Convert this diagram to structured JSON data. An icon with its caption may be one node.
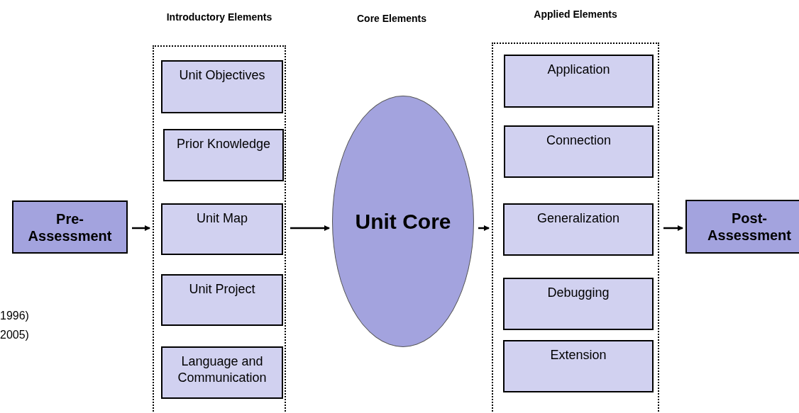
{
  "diagram": {
    "nodes": [
      {
        "text": [
          "Pre- Assessment"
        ]
      },
      {
        "text": [
          "Introductory Elements"
        ]
      },
      {
        "text": [
          "Unit Objectives"
        ],
        "in": 1
      },
      {
        "text": [
          "Prior Knowledge"
        ],
        "in": 1
      },
      {
        "text": [
          "Unit Map"
        ],
        "in": 1
      },
      {
        "text": [
          "Unit Project"
        ],
        "in": 1
      },
      {
        "text": [
          "Language and Communication"
        ],
        "in": 1
      },
      {
        "text": [
          "Unit Core"
        ]
      },
      {
        "text": [
          "Applied Elements"
        ]
      },
      {
        "text": [
          "Application"
        ],
        "in": 8
      },
      {
        "text": [
          "Connection"
        ],
        "in": 8
      },
      {
        "text": [
          "Generalization"
        ],
        "in": 8
      },
      {
        "text": [
          "Debugging"
        ],
        "in": 8
      },
      {
        "text": [
          "Extension"
        ],
        "in": 8
      },
      {
        "text": [
          "Post- Assessment"
        ]
      }
    ],
    "edges": [
      {
        "from": 0,
        "to": 1,
        "arrow": "to"
      },
      {
        "from": 1,
        "to": 7,
        "arrow": "to"
      },
      {
        "from": 7,
        "to": 8,
        "arrow": "to"
      },
      {
        "from": 8,
        "to": 14,
        "arrow": "to"
      }
    ],
    "labels": [
      "Core Elements",
      "1996)",
      "2005)"
    ]
  }
}
